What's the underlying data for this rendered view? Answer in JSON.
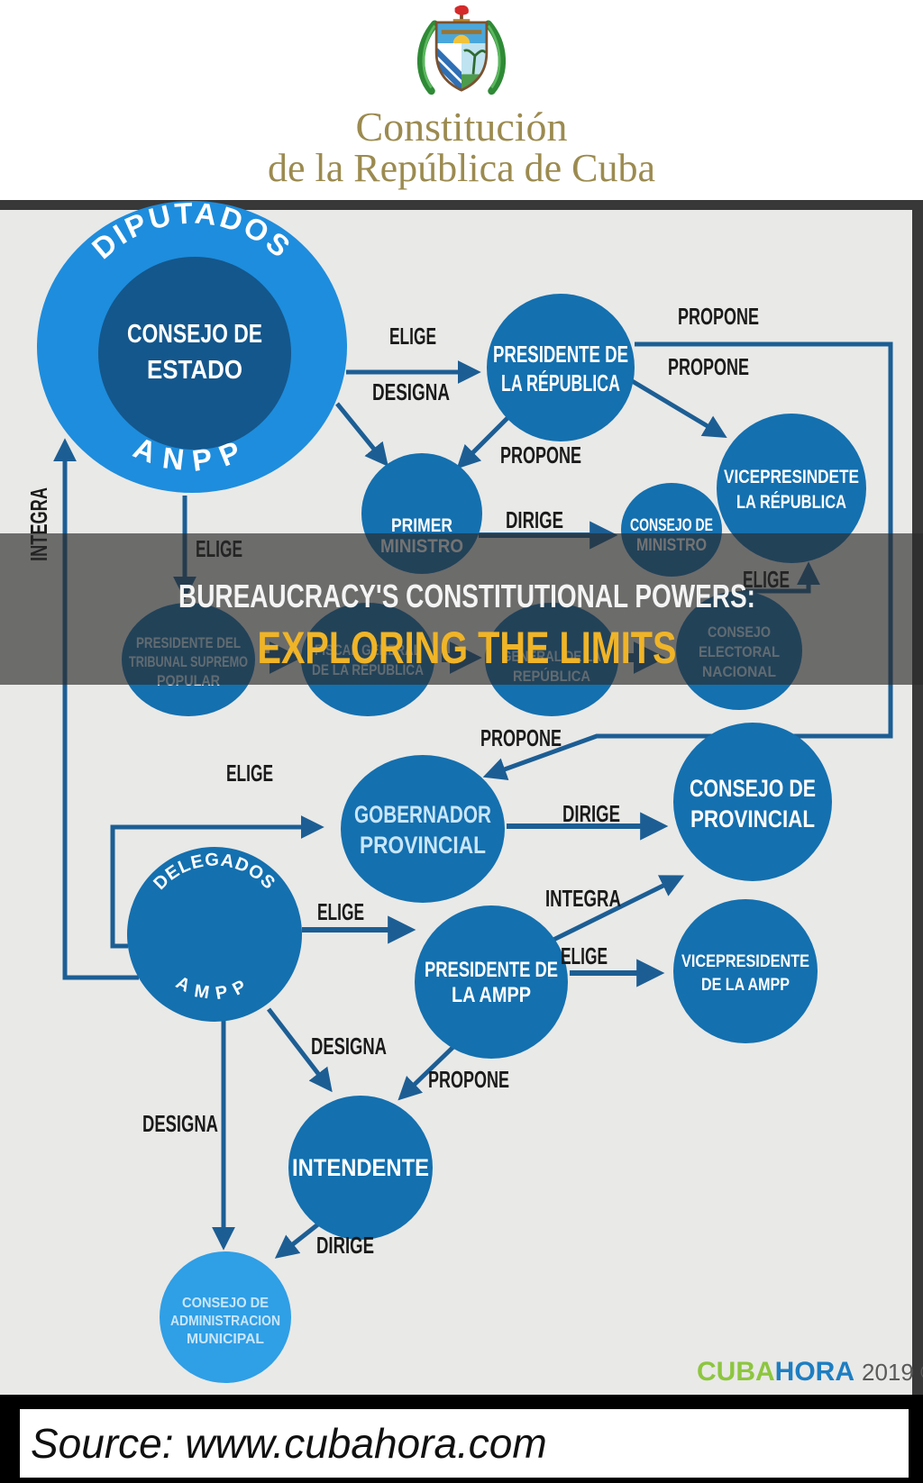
{
  "colors": {
    "gold": "#9c8b50",
    "ring_blue": "#1e8ddd",
    "inner_blue": "#14578c",
    "node_blue": "#1470af",
    "node_light": "#2f9fe6",
    "edge": "#1c5e94",
    "label": "#1a1a1a",
    "text_light": "#c9e6f9",
    "banner_yellow": "#f0b427",
    "logo_green": "#8dc63f",
    "logo_blue": "#1d7ec2",
    "diagram_bg": "#e9e9e7"
  },
  "header": {
    "title_line1": "Constitución",
    "title_line2": "de la República de Cuba"
  },
  "banner": {
    "line1": "BUREAUCRACY'S CONSTITUTIONAL POWERS:",
    "line2": "EXPLORING THE LIMITS"
  },
  "nodes": {
    "anpp": {
      "ring": "DIPUTADOS",
      "center1": "CONSEJO DE",
      "center2": "ESTADO",
      "ring_bottom": "ANPP"
    },
    "presidente_republica": {
      "l1": "PRESIDENTE DE",
      "l2": "LA RÉPUBLICA"
    },
    "primer_ministro": {
      "l1": "PRIMER",
      "l2": "MINISTRO"
    },
    "consejo_ministro": {
      "l1": "CONSEJO DE",
      "l2": "MINISTRO"
    },
    "vicepresidente_republica": {
      "l1": "VICEPRESINDETE",
      "l2": "LA RÉPUBLICA"
    },
    "presidente_tribunal": {
      "l1": "PRESIDENTE DEL",
      "l2": "TRIBUNAL SUPREMO",
      "l3": "POPULAR"
    },
    "fiscal_general": {
      "l1": "FISCAL GENERAL",
      "l2": "DE LA REPÚBLICA"
    },
    "contralor_general": {
      "l1": "GENERAL DE LA",
      "l2": "REPÚBLICA"
    },
    "consejo_electoral": {
      "l1": "CONSEJO",
      "l2": "ELECTORAL",
      "l3": "NACIONAL"
    },
    "gobernador": {
      "l1": "GOBERNADOR",
      "l2": "PROVINCIAL"
    },
    "consejo_provincial": {
      "l1": "CONSEJO DE",
      "l2": "PROVINCIAL"
    },
    "delegados": {
      "ring": "DELEGADOS",
      "ring_bottom": "AMPP"
    },
    "presidente_ampp": {
      "l1": "PRESIDENTE DE",
      "l2": "LA AMPP"
    },
    "vicepresidente_ampp": {
      "l1": "VICEPRESIDENTE",
      "l2": "DE LA AMPP"
    },
    "intendente": {
      "l1": "INTENDENTE"
    },
    "consejo_municipal": {
      "l1": "CONSEJO DE",
      "l2": "ADMINISTRACION",
      "l3": "MUNICIPAL"
    }
  },
  "edges": {
    "elige_presidente": "ELIGE",
    "designa_primer_ministro": "DESIGNA",
    "propone_vice_top": "PROPONE",
    "propone_vice": "PROPONE",
    "propone_primer_ministro": "PROPONE",
    "dirige_consejo_ministro": "DIRIGE",
    "elige_tribunal": "ELIGE",
    "elige_vice": "ELIGE",
    "integra_anpp": "INTEGRA",
    "propone_gobernador": "PROPONE",
    "elige_gobernador": "ELIGE",
    "dirige_consejo_provincial": "DIRIGE",
    "integra_consejo_provincial": "INTEGRA",
    "elige_presidente_ampp": "ELIGE",
    "elige_vicepresidente_ampp": "ELIGE",
    "designa_intendente": "DESIGNA",
    "propone_intendente": "PROPONE",
    "designa_consejo_municipal": "DESIGNA",
    "dirige_consejo_municipal": "DIRIGE"
  },
  "footer": {
    "logo_cuba": "CUBA",
    "logo_hora": "HORA",
    "logo_year": "2019 ©",
    "source": "Source: www.cubahora.com"
  }
}
